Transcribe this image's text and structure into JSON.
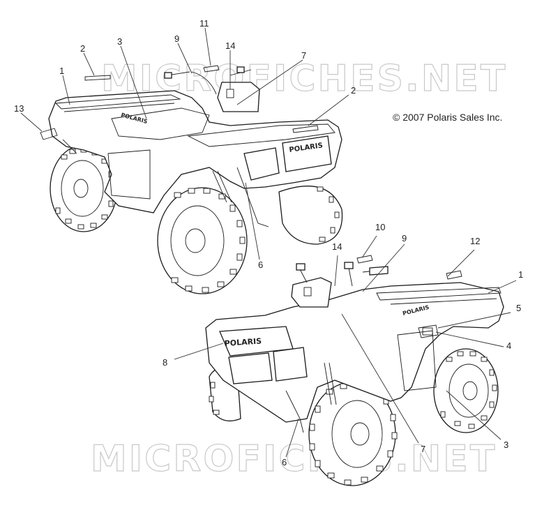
{
  "copyright": "© 2007 Polaris Sales Inc.",
  "watermark": "MICROFICHES.NET",
  "brand_label": "POLARIS",
  "callouts_top": [
    "1",
    "2",
    "3",
    "9",
    "11",
    "14",
    "7",
    "2",
    "13",
    "6"
  ],
  "callouts_bottom": [
    "10",
    "14",
    "9",
    "12",
    "1",
    "5",
    "4",
    "8",
    "3",
    "7",
    "6"
  ]
}
